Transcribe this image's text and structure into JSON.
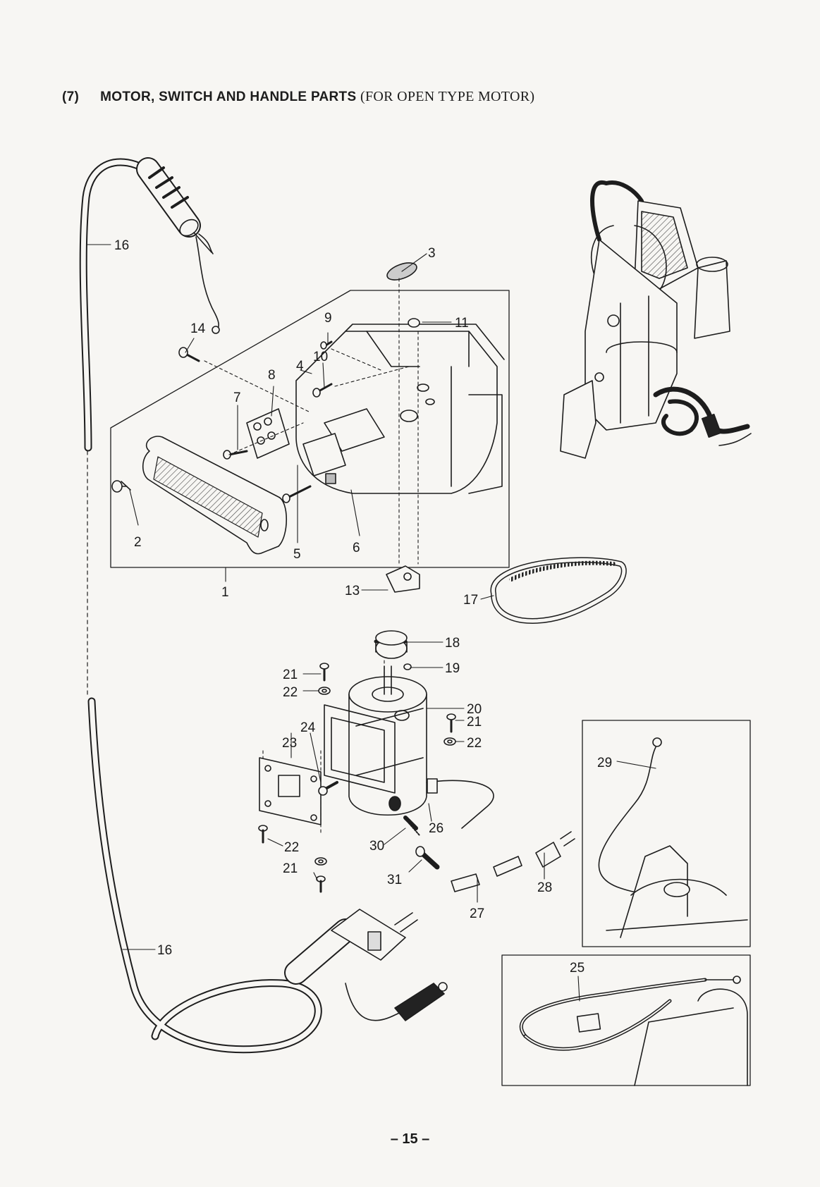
{
  "title": {
    "number": "(7)",
    "main": "MOTOR, SWITCH AND HANDLE PARTS",
    "qualifier": "(FOR OPEN TYPE MOTOR)"
  },
  "callouts": {
    "c1": "1",
    "c2": "2",
    "c3": "3",
    "c4": "4",
    "c5": "5",
    "c6": "6",
    "c7": "7",
    "c8": "8",
    "c9": "9",
    "c10": "10",
    "c11": "11",
    "c13": "13",
    "c14": "14",
    "c16a": "16",
    "c16b": "16",
    "c17": "17",
    "c18": "18",
    "c19": "19",
    "c20": "20",
    "c21a": "21",
    "c21b": "21",
    "c21c": "21",
    "c22a": "22",
    "c22b": "22",
    "c22c": "22",
    "c23": "23",
    "c24": "24",
    "c25": "25",
    "c26": "26",
    "c27": "27",
    "c28": "28",
    "c29": "29",
    "c30": "30",
    "c31": "31"
  },
  "page_number": "– 15 –"
}
